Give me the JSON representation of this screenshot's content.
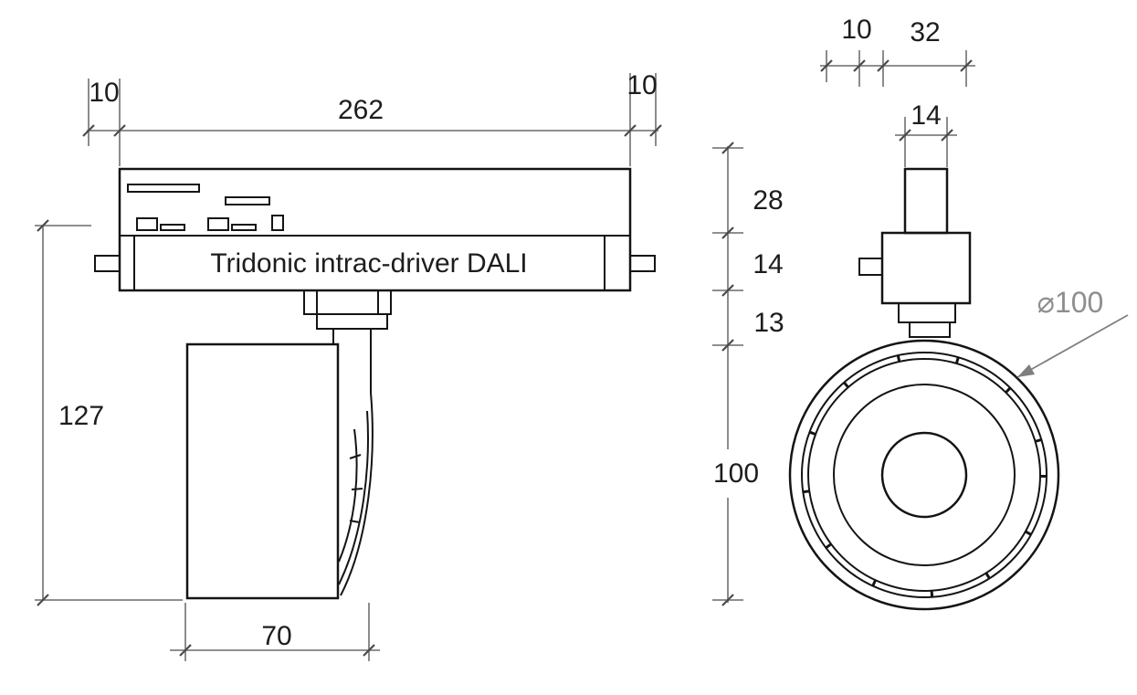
{
  "drawing": {
    "product_label": "Tridonic intrac-driver DALI",
    "side_view": {
      "total_width": "262",
      "left_overhang": "10",
      "right_overhang": "10",
      "overall_height": "127",
      "head_width": "70"
    },
    "front_view": {
      "tab_width": "10",
      "adapter_width": "32",
      "stem_width": "14",
      "stem_height": "28",
      "adapter_height": "14",
      "neck_height": "13",
      "head_height": "100",
      "diameter_label": "⌀100"
    }
  }
}
